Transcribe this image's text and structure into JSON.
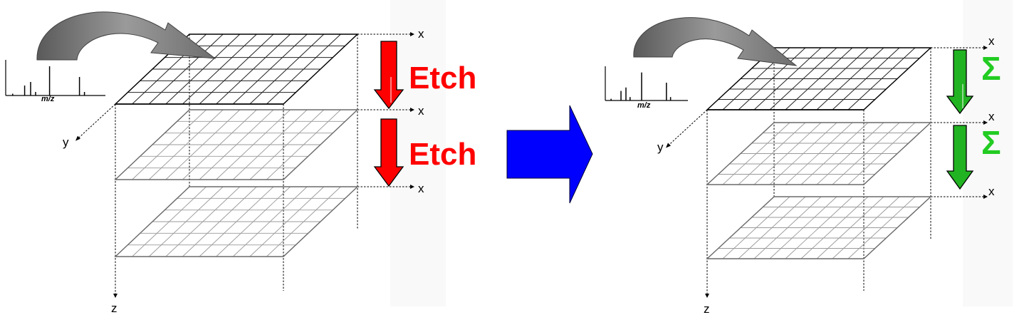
{
  "left_panel": {
    "step_labels": [
      "Etch",
      "Etch"
    ],
    "step_arrow_color": "#ff0000",
    "spectrum_label": "m/z",
    "axes": {
      "x": "x",
      "y": "y",
      "z": "z"
    }
  },
  "right_panel": {
    "step_labels": [
      "Σ",
      "Σ"
    ],
    "step_arrow_color": "#22b322",
    "spectrum_label": "m/z",
    "axes": {
      "x": "x",
      "y": "y",
      "z": "z"
    }
  },
  "transition_arrow_color": "#0000ff",
  "curved_arrow_color": "#808080",
  "grid_size": "10x6",
  "layers": 3
}
